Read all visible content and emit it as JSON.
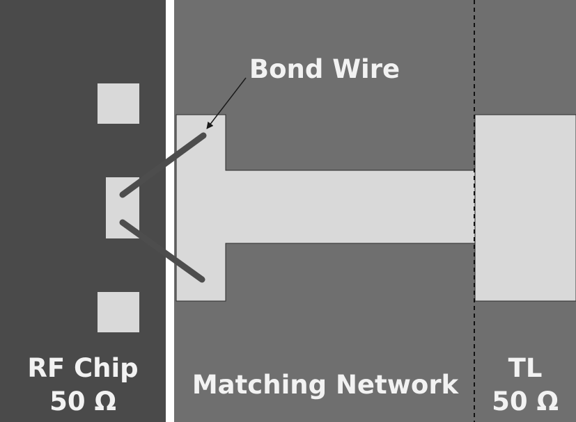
{
  "annotation": {
    "bond_wire_label": "Bond Wire"
  },
  "regions": {
    "rf_chip": {
      "name": "RF Chip",
      "impedance": "50 Ω"
    },
    "matching_network": {
      "name": "Matching Network"
    },
    "tl": {
      "name": "TL",
      "impedance": "50 Ω"
    }
  },
  "colors": {
    "chip_background": "#4a4a4a",
    "network_background": "#6f6f6f",
    "pad_fill": "#d9d9d9",
    "wire": "#4d4d4d",
    "separator": "#ffffff",
    "boundary_dash": "#111111",
    "text": "#f2f2f2"
  }
}
